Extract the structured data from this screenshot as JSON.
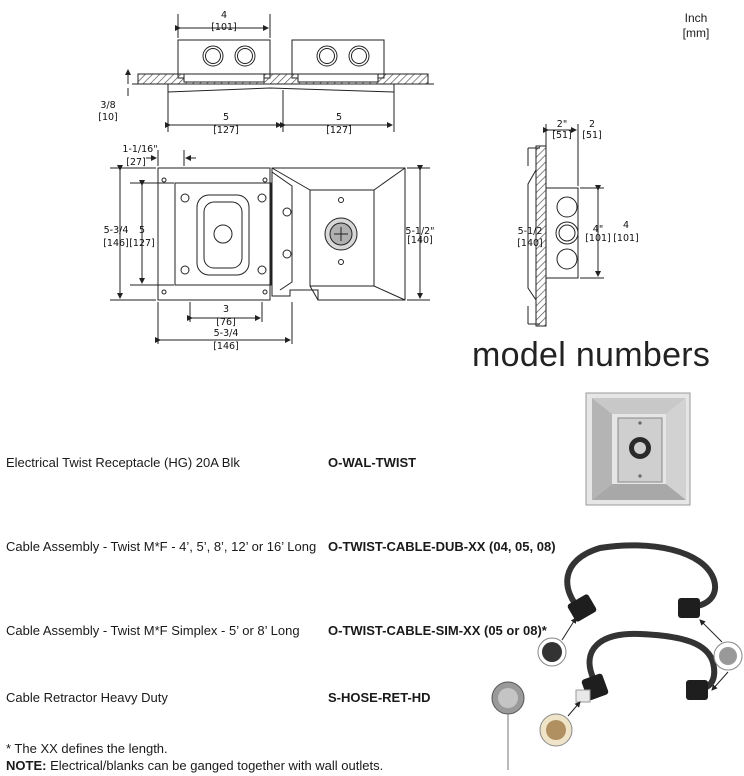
{
  "units": {
    "line1": "Inch",
    "line2": "[mm]"
  },
  "heading": "model numbers",
  "dimensions": {
    "top_width": "4",
    "top_width_mm": "[101]",
    "depth": "3/8",
    "depth_mm": "[10]",
    "span_left": "5",
    "span_left_mm": "[127]",
    "span_right": "5",
    "span_right_mm": "[127]",
    "offset": "1-1/16\"",
    "offset_mm": "[27]",
    "height_outer": "5-3/4",
    "height_outer_mm": "[146]",
    "height_inner": "5",
    "height_inner_mm": "[127]",
    "plate_height": "5-1/2\"",
    "plate_height_mm": "[140]",
    "bottom_inner": "3",
    "bottom_inner_mm": "[76]",
    "bottom_outer": "5-3/4",
    "bottom_outer_mm": "[146]",
    "side_depth_a": "2\"",
    "side_depth_a_mm": "[51]",
    "side_depth_b": "2",
    "side_depth_b_mm": "[51]",
    "side_height": "5-1/2",
    "side_height_mm": "[140]",
    "side_box_a": "4\"",
    "side_box_a_mm": "[101]",
    "side_box_b": "4",
    "side_box_b_mm": "[101]"
  },
  "products": [
    {
      "description": "Electrical Twist Receptacle (HG) 20A Blk",
      "model": "O-WAL-TWIST"
    },
    {
      "description": "Cable Assembly - Twist M*F - 4’, 5’, 8’, 12’ or 16’ Long",
      "model": "O-TWIST-CABLE-DUB-XX (04, 05, 08)"
    },
    {
      "description": "Cable Assembly - Twist M*F Simplex - 5’ or 8’ Long",
      "model": "O-TWIST-CABLE-SIM-XX (05 or 08)*"
    },
    {
      "description": "Cable Retractor Heavy Duty",
      "model": "S-HOSE-RET-HD"
    }
  ],
  "footnotes": {
    "xx_note": "* The XX defines the length.",
    "note_label": "NOTE:",
    "note_text": " Electrical/blanks can be ganged together with wall outlets."
  }
}
